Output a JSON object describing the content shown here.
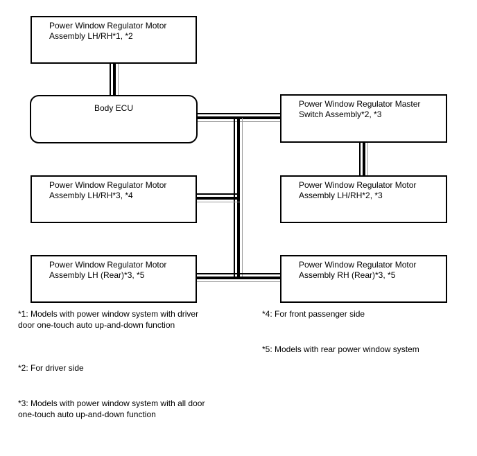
{
  "diagram": {
    "title_hint": "Power window system block diagram",
    "colors": {
      "line": "#000000",
      "hairline": "#9a9a9a",
      "background": "#ffffff"
    },
    "boxes": {
      "motor_front": {
        "line1": "Power Window Regulator Motor",
        "line2": "Assembly LH/RH*1, *2"
      },
      "body_ecu": {
        "label": "Body ECU"
      },
      "master_switch": {
        "line1": "Power Window Regulator Master",
        "line2": "Switch Assembly*2, *3"
      },
      "motor_lhrh_34": {
        "line1": "Power Window Regulator Motor",
        "line2": "Assembly LH/RH*3, *4"
      },
      "motor_lhrh_23": {
        "line1": "Power Window Regulator Motor",
        "line2": "Assembly LH/RH*2, *3"
      },
      "motor_lh_rear": {
        "line1": "Power Window Regulator Motor",
        "line2": "Assembly LH (Rear)*3, *5"
      },
      "motor_rh_rear": {
        "line1": "Power Window Regulator Motor",
        "line2": "Assembly RH (Rear)*3, *5"
      }
    },
    "footnotes": {
      "fn1": {
        "line1": "*1: Models with power window system with driver",
        "line2": "door one-touch auto up-and-down function"
      },
      "fn2": {
        "line1": "*2: For driver side"
      },
      "fn3": {
        "line1": "*3: Models with power window system with all door",
        "line2": "one-touch auto up-and-down function"
      },
      "fn4": {
        "line1": "*4: For front passenger side"
      },
      "fn5": {
        "line1": "*5: Models with rear power window system"
      }
    }
  }
}
